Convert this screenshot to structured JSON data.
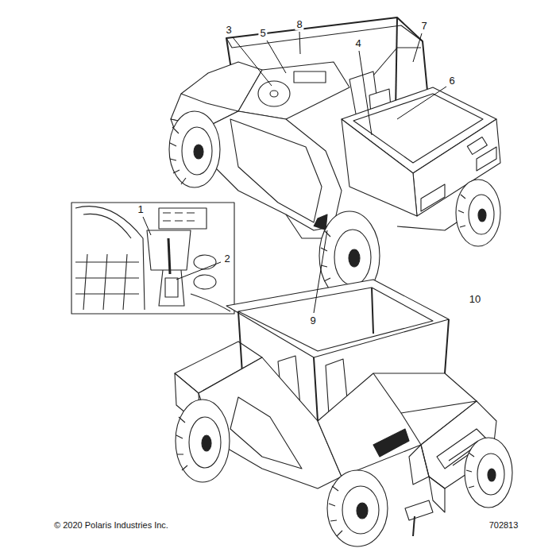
{
  "diagram": {
    "labels": [
      "1",
      "2",
      "3",
      "4",
      "5",
      "6",
      "7",
      "8",
      "9",
      "10",
      "© 2020 Polaris Industries Inc.",
      "702813"
    ]
  }
}
